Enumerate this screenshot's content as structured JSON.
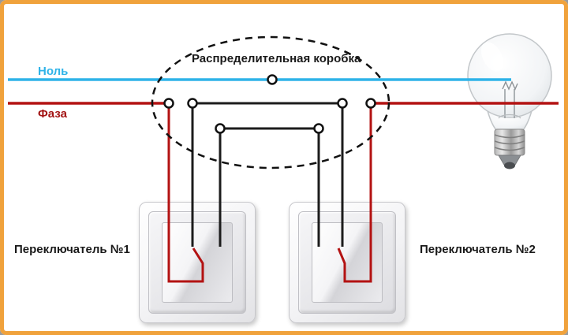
{
  "diagram": {
    "labels": {
      "neutral": "Ноль",
      "phase": "Фаза",
      "junction_box": "Распределительная коробка",
      "switch1": "Переключатель №1",
      "switch2": "Переключатель №2"
    },
    "colors": {
      "neutral_line": "#2fb3e8",
      "phase_line": "#b31212",
      "black_wire": "#1c1c1c",
      "frame_border": "#f0a23c",
      "background": "#ffffff",
      "neutral_label": "#2fb3e8",
      "phase_label": "#a31414"
    },
    "icons": {
      "light_bulb": "incandescent-light-bulb",
      "junction_box": "dashed-ellipse",
      "terminal": "white-dot-terminal"
    }
  }
}
